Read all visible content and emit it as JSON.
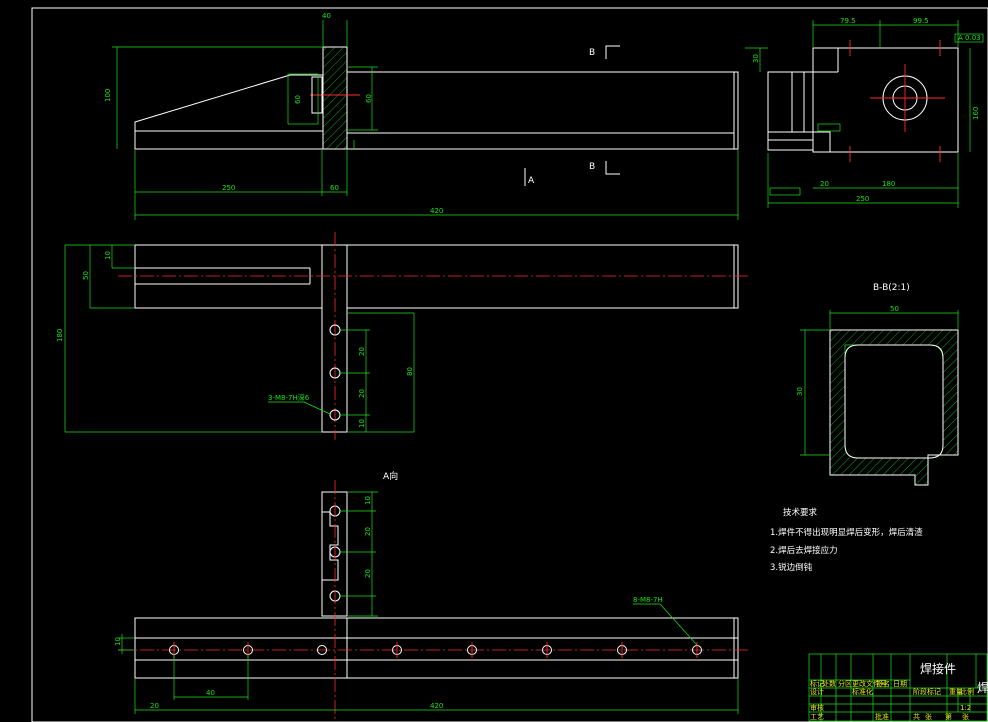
{
  "section_labels": {
    "b_top": "B",
    "b_bottom": "B",
    "a_arrow": "A",
    "section_bb": "B-B(2:1)",
    "view_a": "A向"
  },
  "dimensions": {
    "front_total": "420",
    "front_left": "250",
    "front_mid": "60",
    "front_height": "100",
    "front_inner": "60",
    "front_inner2": "60",
    "top_width": "40",
    "top_total": "180",
    "top_small": "10",
    "top_w": "50",
    "top_vertical": "80",
    "top_p1": "20",
    "top_p2": "20",
    "top_p3": "10",
    "side_a": "79.5",
    "side_b": "99.5",
    "side_c": "20",
    "side_d": "180",
    "side_e": "250",
    "side_f": "160",
    "side_g": "30",
    "bb_width": "50",
    "bb_height": "30",
    "a_h1": "10",
    "a_h2": "20",
    "a_h3": "20",
    "bottom_left": "20",
    "bottom_pitch": "40",
    "bottom_total": "420",
    "bottom_h": "10"
  },
  "callouts": {
    "hole_top": "3-M8-7H深6",
    "hole_bottom": "8-M8-7H",
    "frame_ref": "A 0.03"
  },
  "technical_requirements": {
    "title": "技术要求",
    "items": [
      "1.焊件不得出现明显焊后变形，焊后清渣",
      "2.焊后去焊接应力",
      "3.锐边倒钝"
    ]
  },
  "title_block": {
    "part_name": "焊接件",
    "part_name_right": "焊",
    "row_labels": [
      "标记",
      "处数",
      "分区",
      "更改文件号",
      "签名",
      "日期"
    ],
    "row2_labels": [
      "设计",
      "标准化",
      "阶段标记",
      "重量",
      "比例"
    ],
    "row3_labels": [
      "审核"
    ],
    "row4_labels": [
      "工艺",
      "批准",
      "共",
      "张",
      "第",
      "张"
    ],
    "scale": "1:2"
  },
  "colors": {
    "background": "#000000",
    "outline": "#ffffff",
    "dimension": "#19e619",
    "centerline": "#ff2a2a"
  }
}
